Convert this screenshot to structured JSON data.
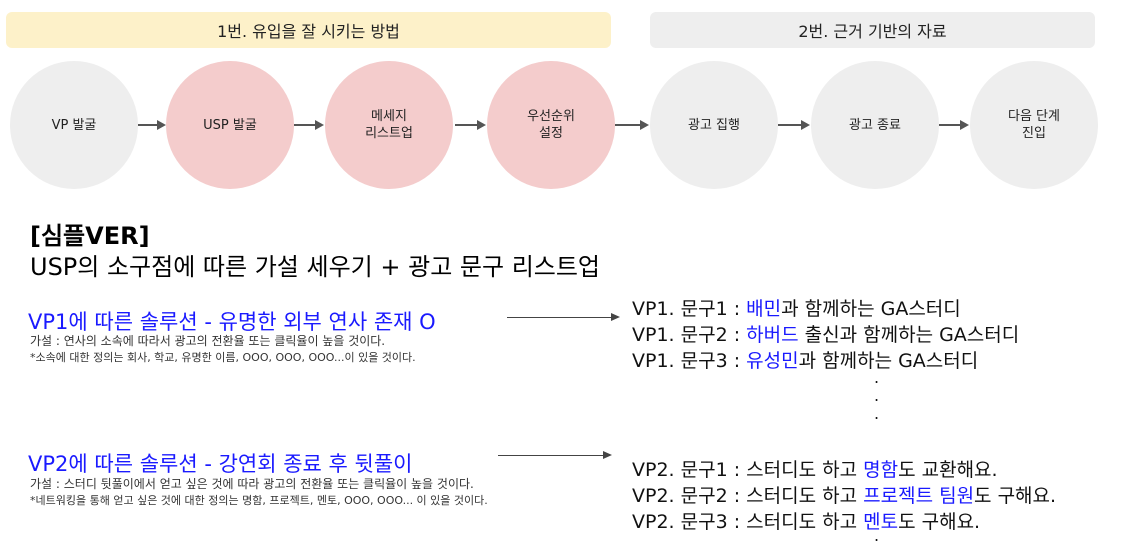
{
  "banners": {
    "left": {
      "text": "1번. 유입을 잘 시키는 방법",
      "color": "#fdf1c9"
    },
    "right": {
      "text": "2번. 근거 기반의 자료",
      "color": "#eeeeee"
    }
  },
  "steps": [
    {
      "label": "VP 발굴",
      "color": "#eeeeee"
    },
    {
      "label": "USP 발굴",
      "color": "#f4cccc"
    },
    {
      "label": "메세지\n리스트업",
      "color": "#f4cccc"
    },
    {
      "label": "우선순위\n설정",
      "color": "#f4cccc"
    },
    {
      "label": "광고 집행",
      "color": "#eeeeee"
    },
    {
      "label": "광고 종료",
      "color": "#eeeeee"
    },
    {
      "label": "다음 단계\n진입",
      "color": "#eeeeee"
    }
  ],
  "heading": {
    "title": "[심플VER]",
    "subtitle": "USP의 소구점에 따른 가설 세우기 + 광고 문구 리스트업"
  },
  "vp1": {
    "title": "VP1에 따른 솔루션 - 유명한 외부 연사 존재 O",
    "hypothesis": "가설 : 연사의 소속에 따라서 광고의 전환율 또는 클릭율이 높을 것이다.",
    "note": "*소속에 대한 정의는 회사, 학교, 유명한 이름, OOO, OOO, OOO...이 있을 것이다.",
    "copies": [
      {
        "prefix": "VP1. 문구1 : ",
        "highlight": "배민",
        "suffix": "과 함께하는 GA스터디"
      },
      {
        "prefix": "VP1. 문구2 : ",
        "highlight": "하버드",
        "suffix": " 출신과 함께하는 GA스터디"
      },
      {
        "prefix": "VP1. 문구3 : ",
        "highlight": "유성민",
        "suffix": "과 함께하는 GA스터디"
      }
    ]
  },
  "vp2": {
    "title": "VP2에 따른 솔루션 - 강연회 종료 후 뒷풀이",
    "hypothesis": "가설 : 스터디 뒷풀이에서 얻고 싶은 것에 따라 광고의 전환율 또는 클릭율이 높을 것이다.",
    "note": "*네트워킹을 통해 얻고 싶은 것에 대한 정의는 명함, 프로젝트, 멘토, OOO, OOO... 이 있을 것이다.",
    "copies": [
      {
        "prefix": "VP2. 문구1 : 스터디도 하고 ",
        "highlight": "명함",
        "suffix": "도 교환해요."
      },
      {
        "prefix": "VP2. 문구2 : 스터디도 하고 ",
        "highlight": "프로젝트 팀원",
        "suffix": "도 구해요."
      },
      {
        "prefix": "VP2. 문구3 : 스터디도 하고 ",
        "highlight": "멘토",
        "suffix": "도 구해요."
      }
    ]
  },
  "ellipsis": "."
}
